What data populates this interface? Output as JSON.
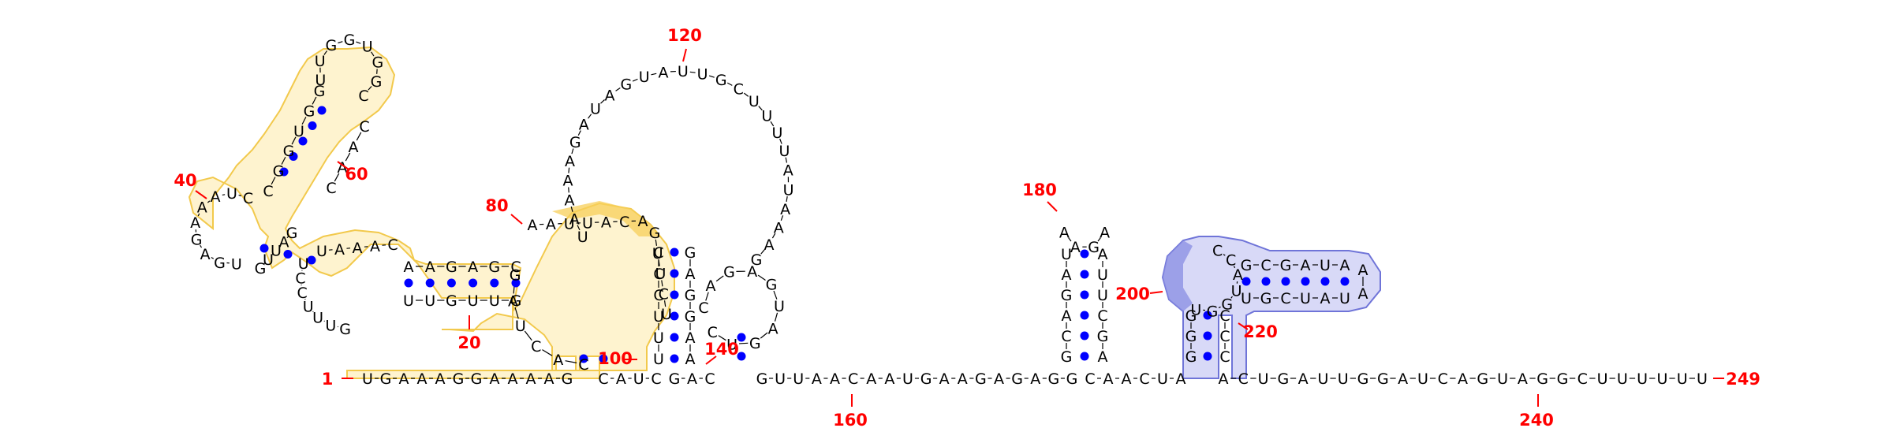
{
  "diagram": {
    "type": "rna-secondary-structure",
    "colors": {
      "base": "#000000",
      "number": "#ff0000",
      "pair": "#0000ff",
      "highlight_a": "#f2c94c",
      "highlight_b": "#6f74d8"
    },
    "segments": [
      {
        "id": "bottom-left",
        "seq": "UGAAAGGAAAAG"
      },
      {
        "id": "bottom-mid",
        "seq": "CAUC"
      },
      {
        "id": "bottom-g",
        "seq": "GAC"
      },
      {
        "id": "bottom-linker",
        "seq": "GUUAACAAUGAAGAGAGG"
      },
      {
        "id": "bottom-c",
        "seq": "CAACUA"
      },
      {
        "id": "bottom-tail",
        "seq": "ACUGAUUGGAUCAGUAGGCUUUUUU"
      },
      {
        "id": "stem-20-top",
        "seq": "AAGAGC"
      },
      {
        "id": "stem-20-bot",
        "seq": "UUGUUG"
      },
      {
        "id": "loop-20",
        "seq": "UAAAC"
      },
      {
        "id": "loop-20-bottom",
        "seq": "UCCUUUG"
      },
      {
        "id": "left-arm",
        "seq": "UGAGAAAUC"
      },
      {
        "id": "left-arm-2",
        "seq": "GAUUG"
      },
      {
        "id": "arm-40",
        "seq": "CGGUGG"
      },
      {
        "id": "arm-60",
        "seq": "CAAC"
      },
      {
        "id": "hairpin-top",
        "seq": "UUGGUGGC"
      },
      {
        "id": "stem-60-inner",
        "seq": "CUAAG"
      },
      {
        "id": "loop-80-left",
        "seq": "GAUCAC"
      },
      {
        "id": "loop-80-top",
        "seq": "AAUUACA"
      },
      {
        "id": "loop-80-right",
        "seq": "GUUCU"
      },
      {
        "id": "big-loop",
        "seq": "UAAAAGAUAGUAUUGCUUUUAUAAAG"
      },
      {
        "id": "stem-100-left",
        "seq": "CCCUUU"
      },
      {
        "id": "stem-100-right",
        "seq": "GAGGAA"
      },
      {
        "id": "loop-140",
        "seq": "CAGAGUAGUC"
      },
      {
        "id": "stem-180-left",
        "seq": "UAGACG"
      },
      {
        "id": "stem-180-right",
        "seq": "AUUCGA"
      },
      {
        "id": "loop-180",
        "seq": "AAGA"
      },
      {
        "id": "stem-200-left",
        "seq": "GGG"
      },
      {
        "id": "stem-200-right",
        "seq": "CCC"
      },
      {
        "id": "loop-200",
        "seq": "UGGUACC"
      },
      {
        "id": "hairpin-200-top",
        "seq": "GCGAUA"
      },
      {
        "id": "hairpin-200-bot",
        "seq": "UGCUAU"
      },
      {
        "id": "hairpin-200-cap",
        "seq": "AA"
      }
    ],
    "position_labels": [
      "1",
      "20",
      "40",
      "60",
      "80",
      "100",
      "120",
      "140",
      "160",
      "180",
      "200",
      "220",
      "240",
      "249"
    ]
  }
}
